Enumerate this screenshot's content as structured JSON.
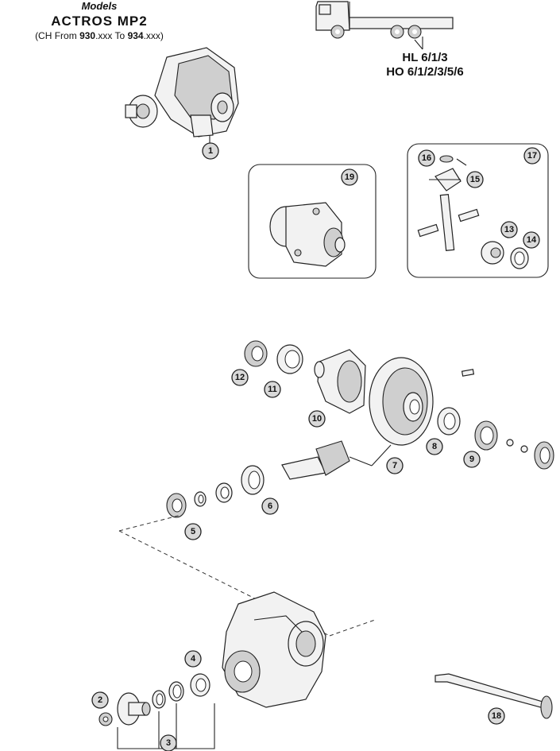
{
  "header": {
    "models_label": "Models",
    "model_name": "ACTROS  MP2",
    "chassis_prefix": "(CH From ",
    "chassis_from": "930",
    "chassis_mid": ".xxx To ",
    "chassis_to": "934",
    "chassis_suffix": ".xxx)"
  },
  "variants": {
    "hl": "HL 6/1/3",
    "ho": "HO 6/1/2/3/5/6"
  },
  "callouts": [
    "1",
    "2",
    "3",
    "4",
    "5",
    "6",
    "7",
    "8",
    "9",
    "10",
    "11",
    "12",
    "13",
    "14",
    "15",
    "16",
    "17",
    "18",
    "19"
  ],
  "colors": {
    "callout_fill": "#d9d9d9",
    "ink": "#222222"
  },
  "icons": [
    "truck-icon"
  ]
}
